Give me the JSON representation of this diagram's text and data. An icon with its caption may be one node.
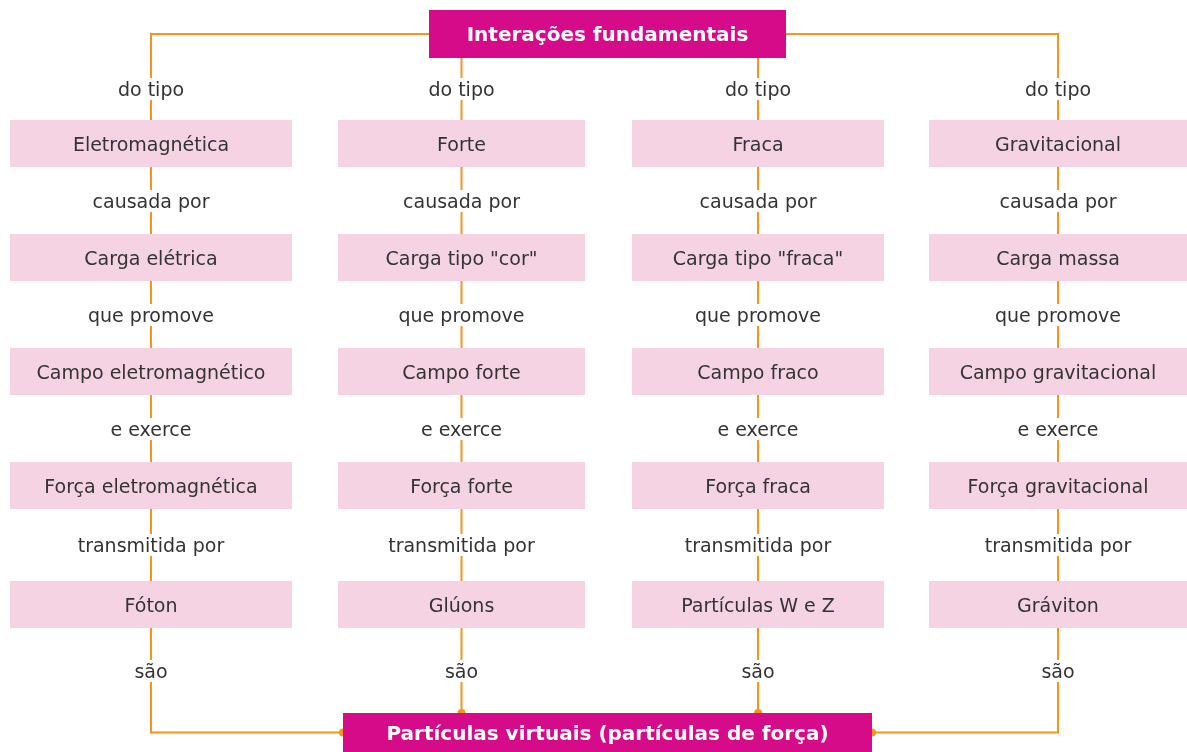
{
  "diagram": {
    "nodes": [
      {
        "text": [
          "Interações fundamentais"
        ]
      },
      {
        "text": [
          "Eletromagnética"
        ]
      },
      {
        "text": [
          "Forte"
        ]
      },
      {
        "text": [
          "Fraca"
        ]
      },
      {
        "text": [
          "Gravitacional"
        ]
      },
      {
        "text": [
          "Carga elétrica"
        ]
      },
      {
        "text": [
          "Carga tipo \"cor\""
        ]
      },
      {
        "text": [
          "Carga tipo \"fraca\""
        ]
      },
      {
        "text": [
          "Carga massa"
        ]
      },
      {
        "text": [
          "Campo eletromagnético"
        ]
      },
      {
        "text": [
          "Campo forte"
        ]
      },
      {
        "text": [
          "Campo fraco"
        ]
      },
      {
        "text": [
          "Campo gravitacional"
        ]
      },
      {
        "text": [
          "Força eletromagnética"
        ]
      },
      {
        "text": [
          "Força forte"
        ]
      },
      {
        "text": [
          "Força fraca"
        ]
      },
      {
        "text": [
          "Força gravitacional"
        ]
      },
      {
        "text": [
          "Fóton"
        ]
      },
      {
        "text": [
          "Glúons"
        ]
      },
      {
        "text": [
          "Partículas W e Z"
        ]
      },
      {
        "text": [
          "Gráviton"
        ]
      },
      {
        "text": [
          "Partículas virtuais (partículas de força)"
        ]
      }
    ],
    "edges": [
      {
        "from": 0,
        "to": 1,
        "arrow": "none",
        "label": "do tipo"
      },
      {
        "from": 0,
        "to": 2,
        "arrow": "none",
        "label": "do tipo"
      },
      {
        "from": 0,
        "to": 3,
        "arrow": "none",
        "label": "do tipo"
      },
      {
        "from": 0,
        "to": 4,
        "arrow": "none",
        "label": "do tipo"
      },
      {
        "from": 1,
        "to": 5,
        "arrow": "none",
        "label": "causada por"
      },
      {
        "from": 2,
        "to": 6,
        "arrow": "none",
        "label": "causada por"
      },
      {
        "from": 3,
        "to": 7,
        "arrow": "none",
        "label": "causada por"
      },
      {
        "from": 4,
        "to": 8,
        "arrow": "none",
        "label": "causada por"
      },
      {
        "from": 5,
        "to": 9,
        "arrow": "none",
        "label": "que promove"
      },
      {
        "from": 6,
        "to": 10,
        "arrow": "none",
        "label": "que promove"
      },
      {
        "from": 7,
        "to": 11,
        "arrow": "none",
        "label": "que promove"
      },
      {
        "from": 8,
        "to": 12,
        "arrow": "none",
        "label": "que promove"
      },
      {
        "from": 9,
        "to": 13,
        "arrow": "none",
        "label": "e exerce"
      },
      {
        "from": 10,
        "to": 14,
        "arrow": "none",
        "label": "e exerce"
      },
      {
        "from": 11,
        "to": 15,
        "arrow": "none",
        "label": "e exerce"
      },
      {
        "from": 12,
        "to": 16,
        "arrow": "none",
        "label": "e exerce"
      },
      {
        "from": 13,
        "to": 17,
        "arrow": "none",
        "label": "transmitida por"
      },
      {
        "from": 14,
        "to": 18,
        "arrow": "none",
        "label": "transmitida por"
      },
      {
        "from": 15,
        "to": 19,
        "arrow": "none",
        "label": "transmitida por"
      },
      {
        "from": 16,
        "to": 20,
        "arrow": "none",
        "label": "transmitida por"
      },
      {
        "from": 17,
        "to": 21,
        "arrow": "other",
        "label": "são"
      },
      {
        "from": 18,
        "to": 21,
        "arrow": "other",
        "label": "são"
      },
      {
        "from": 19,
        "to": 21,
        "arrow": "other",
        "label": "são"
      },
      {
        "from": 20,
        "to": 21,
        "arrow": "other",
        "label": "são"
      }
    ]
  }
}
